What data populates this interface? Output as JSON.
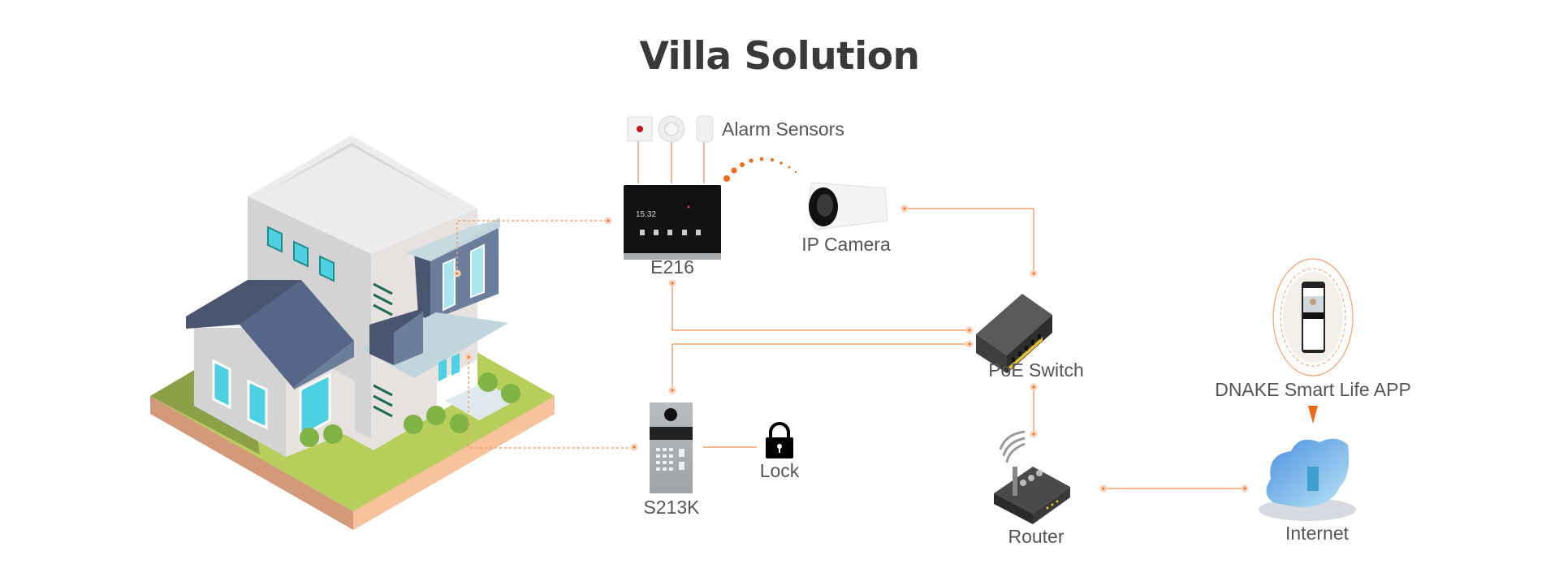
{
  "title": "Villa Solution",
  "nodes": {
    "alarm_sensors": "Alarm Sensors",
    "indoor_monitor": "E216",
    "ip_camera": "IP Camera",
    "poe_switch": "PoE Switch",
    "door_station": "S213K",
    "lock": "Lock",
    "router": "Router",
    "app": "DNAKE Smart Life APP",
    "internet": "Internet"
  },
  "colors": {
    "connector": "#f4a06c",
    "dot": "#f26a1b",
    "title": "#3a3a3a",
    "label": "#555555"
  }
}
